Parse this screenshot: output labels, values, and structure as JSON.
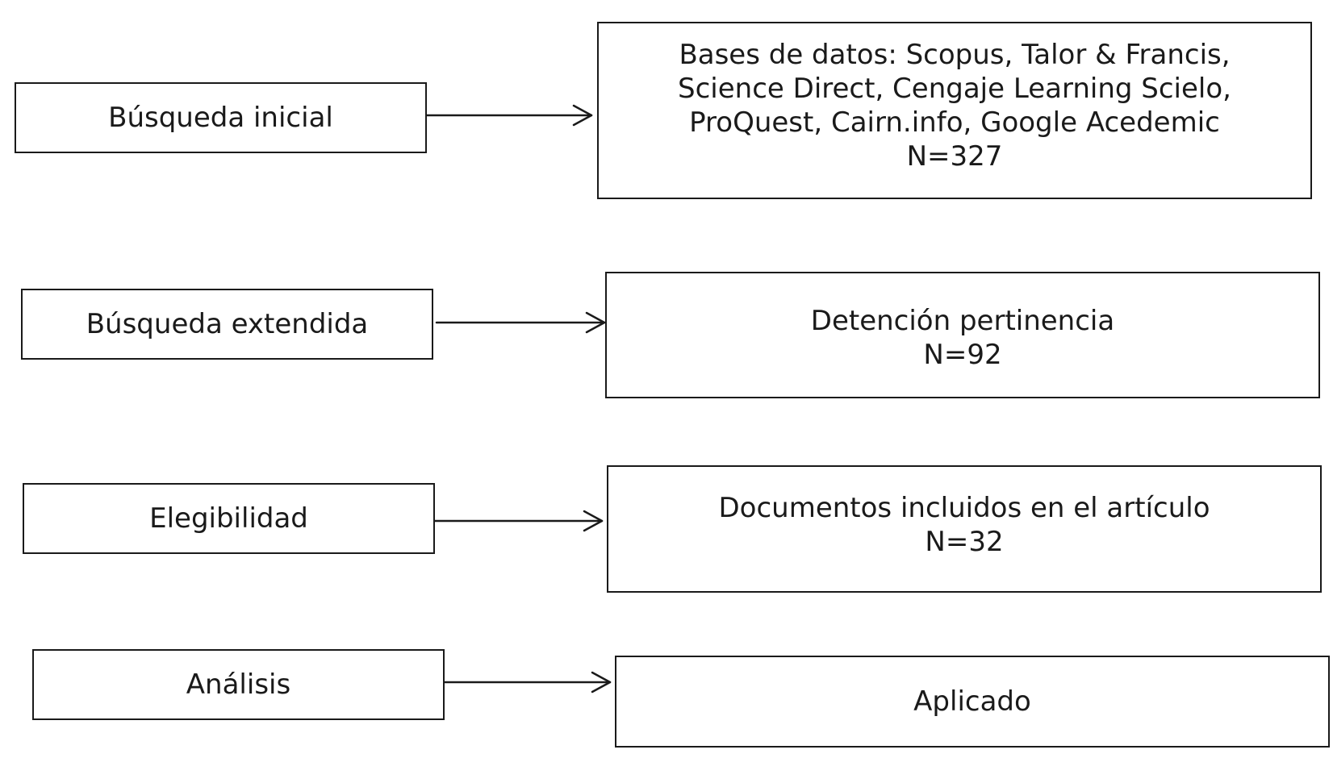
{
  "stages": [
    {
      "label": "Búsqueda inicial",
      "result_lines": [
        "Bases de datos: Scopus, Talor & Francis,",
        "Science Direct, Cengaje Learning Scielo,",
        "ProQuest, Cairn.info, Google Acedemic"
      ],
      "count": "N=327"
    },
    {
      "label": "Búsqueda extendida",
      "result_lines": [
        "Detención pertinencia"
      ],
      "count": "N=92"
    },
    {
      "label": "Elegibilidad",
      "result_lines": [
        "Documentos incluidos en el artículo"
      ],
      "count": "N=32"
    },
    {
      "label": "Análisis",
      "result_lines": [
        "Aplicado"
      ],
      "count": ""
    }
  ]
}
